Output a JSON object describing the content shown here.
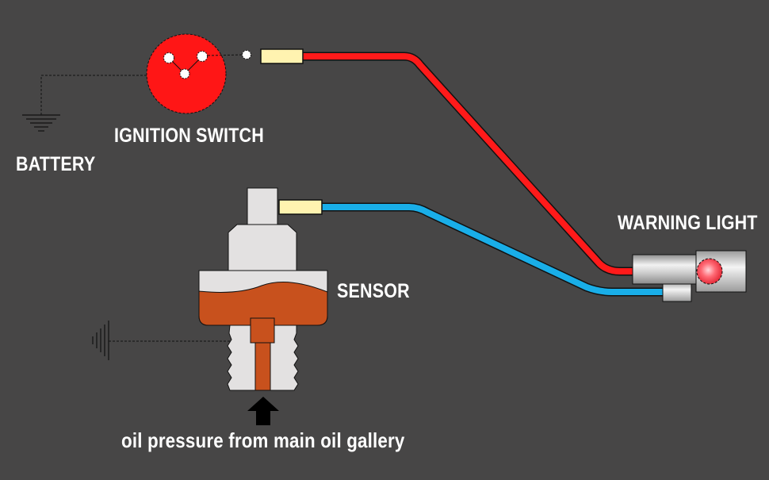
{
  "labels": {
    "ignition_switch": "IGNITION SWITCH",
    "battery": "BATTERY",
    "sensor": "SENSOR",
    "warning_light": "WARNING LIGHT",
    "oil_pressure": "oil pressure from main oil gallery"
  },
  "colors": {
    "background": "#474646",
    "positive_wire": "#ff1a1a",
    "signal_wire": "#19aee8",
    "connector": "#fff3b0",
    "sensor_body": "#e3e1e1",
    "oil": "#c8511d",
    "switch": "#ff1616",
    "lamp": "#ff5a66"
  },
  "icons": {
    "ground": "ground-symbol-icon",
    "arrow": "arrow-up-icon",
    "lamp": "warning-lamp-icon"
  }
}
